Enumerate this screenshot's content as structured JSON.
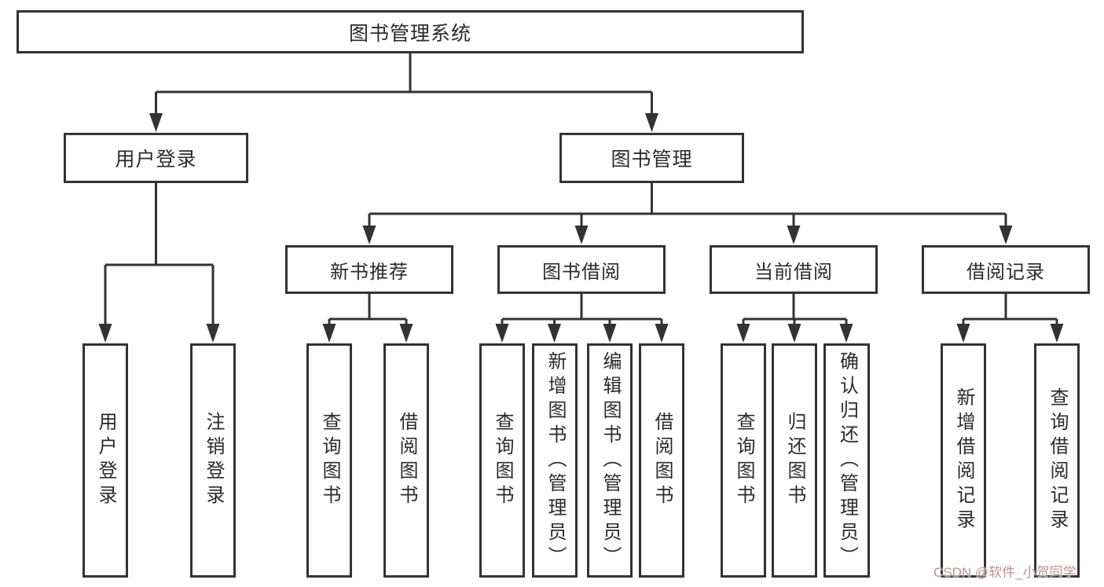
{
  "diagram": {
    "type": "hierarchy-tree",
    "colors": {
      "line": "#333333",
      "text": "#2b2b2b",
      "background": "#ffffff",
      "watermark": "#bb8c8c"
    },
    "nodes": {
      "root": {
        "label": "图书管理系统"
      },
      "user_login_group": {
        "label": "用户登录"
      },
      "book_mgmt_group": {
        "label": "图书管理"
      },
      "new_book_rec": {
        "label": "新书推荐"
      },
      "book_borrow": {
        "label": "图书借阅"
      },
      "current_borrow": {
        "label": "当前借阅"
      },
      "borrow_record": {
        "label": "借阅记录"
      },
      "user_login": {
        "label": "用户登录"
      },
      "logout_login": {
        "label": "注销登录"
      },
      "rec_query_book": {
        "label": "查询图书"
      },
      "rec_borrow_book": {
        "label": "借阅图书"
      },
      "bb_query_book": {
        "label": "查询图书"
      },
      "bb_add_book": {
        "label": "新增图书（管理员）"
      },
      "bb_edit_book": {
        "label": "编辑图书（管理员）"
      },
      "bb_borrow_book": {
        "label": "借阅图书"
      },
      "cb_query_book": {
        "label": "查询图书"
      },
      "cb_return_book": {
        "label": "归还图书"
      },
      "cb_confirm_return": {
        "label": "确认归还（管理员）"
      },
      "br_add_record": {
        "label": "新增借阅记录"
      },
      "br_query_record": {
        "label": "查询借阅记录"
      }
    },
    "watermark": {
      "text": "CSDN @软件_小贺同学"
    }
  }
}
